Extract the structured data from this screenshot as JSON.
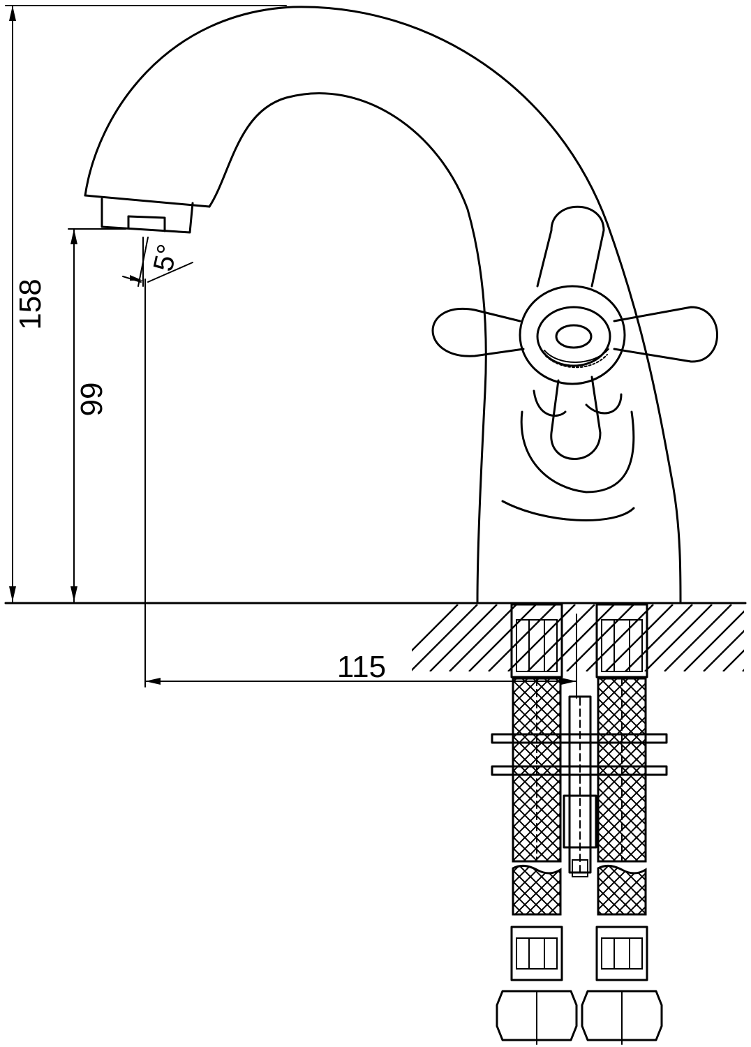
{
  "drawing": {
    "subject": "faucet-side-elevation",
    "dimensions": {
      "total_height": "158",
      "spout_height": "99",
      "spout_reach": "115",
      "spout_angle": "5°"
    }
  }
}
